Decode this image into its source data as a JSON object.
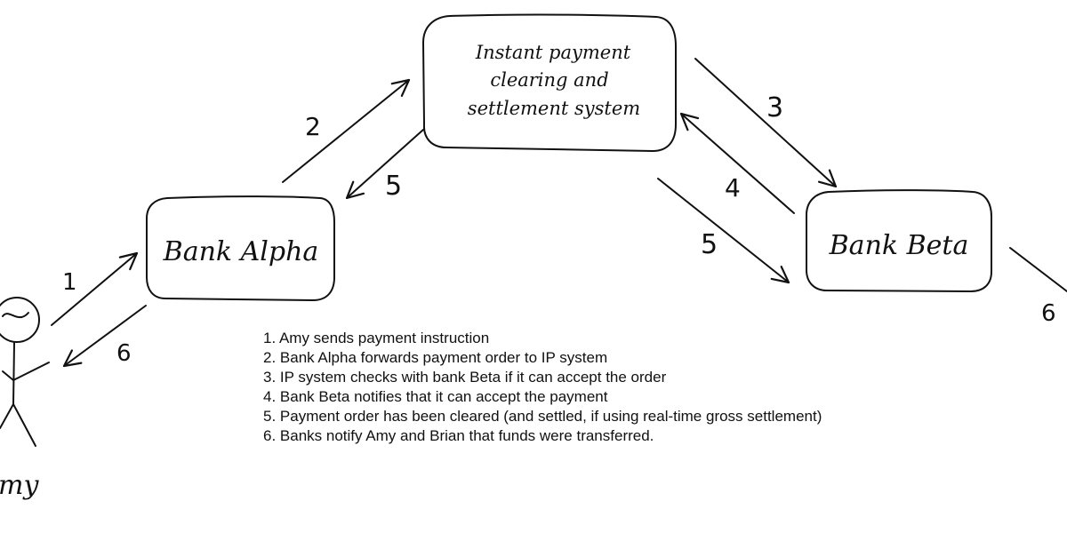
{
  "nodes": {
    "ip_system": [
      "Instant payment",
      "clearing and",
      "settlement system"
    ],
    "bank_alpha": "Bank Alpha",
    "bank_beta": "Bank Beta",
    "amy": "my"
  },
  "arrow_labels": {
    "a1": "1",
    "a2": "2",
    "a3": "3",
    "a4": "4",
    "a5_left": "5",
    "a5_right": "5",
    "a6_left": "6",
    "a6_right": "6"
  },
  "steps": [
    "1. Amy sends payment instruction",
    "2. Bank Alpha forwards payment order to IP system",
    "3. IP system checks with bank Beta if it can accept the order",
    "4. Bank Beta notifies that it can accept the payment",
    "5. Payment order has been cleared (and settled, if using real-time gross settlement)",
    "6. Banks notify Amy and Brian that funds were transferred."
  ]
}
